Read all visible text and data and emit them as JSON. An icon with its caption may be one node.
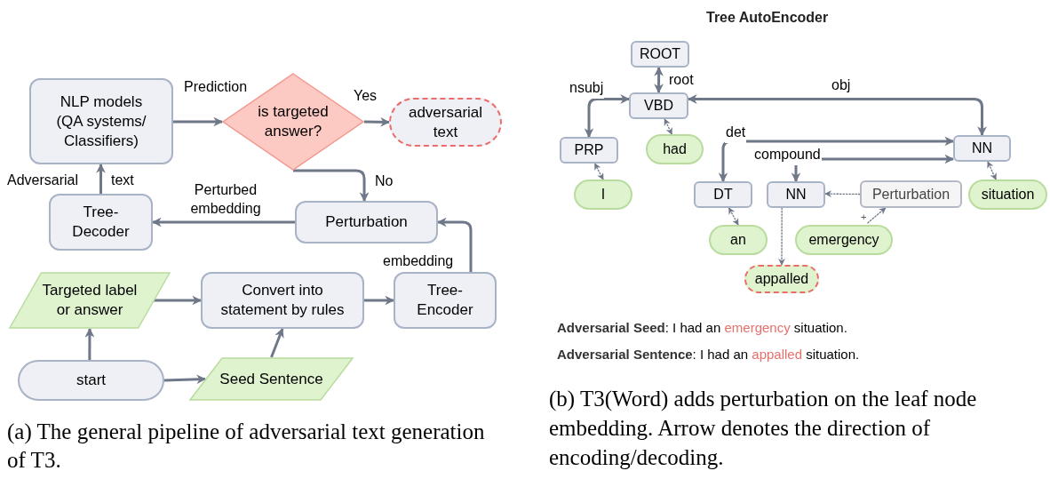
{
  "diagram": {
    "nodes": [
      {
        "text": [
          "NLP models (QA systems/ Classifiers)"
        ]
      },
      {
        "text": [
          "is targeted answer?"
        ]
      },
      {
        "text": [
          "adversarial text"
        ]
      },
      {
        "text": [
          "Tree- Decoder"
        ]
      },
      {
        "text": [
          "Perturbation"
        ]
      },
      {
        "text": [
          "Targeted label or answer"
        ]
      },
      {
        "text": [
          "Convert into statement by rules"
        ]
      },
      {
        "text": [
          "Tree- Encoder"
        ]
      },
      {
        "text": [
          "start"
        ]
      },
      {
        "text": [
          "Seed Sentence"
        ]
      },
      {
        "text": [
          "ROOT"
        ]
      },
      {
        "text": [
          "VBD"
        ]
      },
      {
        "text": [
          "PRP"
        ]
      },
      {
        "text": [
          "had"
        ]
      },
      {
        "text": [
          "I"
        ]
      },
      {
        "text": [
          "NN"
        ]
      },
      {
        "text": [
          "DT"
        ]
      },
      {
        "text": [
          "NN"
        ]
      },
      {
        "text": [
          "Perturbation"
        ]
      },
      {
        "text": [
          "situation"
        ]
      },
      {
        "text": [
          "an"
        ]
      },
      {
        "text": [
          "emergency"
        ]
      },
      {
        "text": [
          "appalled"
        ]
      }
    ],
    "edges": [
      {
        "from": 0,
        "to": 1,
        "arrow": "to",
        "label": "Prediction"
      },
      {
        "from": 1,
        "to": 2,
        "arrow": "to",
        "label": "Yes"
      },
      {
        "from": 1,
        "to": 4,
        "arrow": "to",
        "label": "No"
      },
      {
        "from": 4,
        "to": 3,
        "arrow": "to",
        "label": "Perturbed embedding"
      },
      {
        "from": 3,
        "to": 0,
        "arrow": "to"
      },
      {
        "from": 7,
        "to": 4,
        "arrow": "to",
        "label": "embedding"
      },
      {
        "from": 5,
        "to": 6,
        "arrow": "to"
      },
      {
        "from": 6,
        "to": 7,
        "arrow": "to"
      },
      {
        "from": 8,
        "to": 5,
        "arrow": "to"
      },
      {
        "from": 8,
        "to": 9,
        "arrow": "to"
      },
      {
        "from": 9,
        "to": 6,
        "arrow": "to"
      },
      {
        "from": 11,
        "to": 10,
        "arrow": "both",
        "label": "root"
      },
      {
        "from": 11,
        "to": 12,
        "arrow": "both",
        "label": "nsubj"
      },
      {
        "from": 11,
        "to": 15,
        "arrow": "both",
        "label": "obj"
      },
      {
        "from": 15,
        "to": 16,
        "arrow": "both",
        "label": "det"
      },
      {
        "from": 15,
        "to": 17,
        "arrow": "both",
        "label": "compound"
      },
      {
        "from": 13,
        "to": 11,
        "arrow": "both",
        "style": "dashed"
      },
      {
        "from": 14,
        "to": 12,
        "arrow": "both",
        "style": "dashed"
      },
      {
        "from": 20,
        "to": 16,
        "arrow": "both",
        "style": "dashed"
      },
      {
        "from": 19,
        "to": 15,
        "arrow": "both",
        "style": "dashed"
      },
      {
        "from": 18,
        "to": 17,
        "arrow": "to",
        "style": "dashed"
      },
      {
        "from": 21,
        "to": 18,
        "arrow": "to",
        "style": "dashed",
        "label": "+"
      },
      {
        "from": 17,
        "to": 22,
        "arrow": "to",
        "style": "dashed"
      }
    ],
    "labels": [
      "Tree AutoEncoder",
      "Adversarial",
      "text",
      "**Adversarial Seed**:  I had an *emergency* situation.",
      "**Adversarial Sentence**: I had an *appalled* situation.",
      "(a) The general pipeline of adversarial text generation of T3.",
      "(b) T3(Word) adds perturbation on the leaf node embedding. Arrow denotes the direction of encoding/decoding."
    ]
  }
}
